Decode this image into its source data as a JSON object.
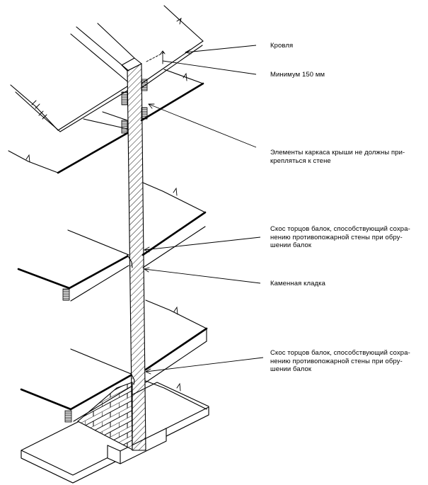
{
  "diagram": {
    "type": "isometric-construction-section",
    "subject": "Firewall (fire-break wall) with floor and roof beam connections",
    "colors": {
      "line": "#000000",
      "background": "#ffffff"
    }
  },
  "labels": {
    "roof": "Кровля",
    "min_150": "Минимум 150 мм",
    "roof_frame": "Элементы каркаса крыши не должны при-\nкрепляться к стене",
    "beam_bevel_upper": "Скос торцов балок, способствующий сохра-\nнению противопожарной стены при обру-\nшении балок",
    "masonry": "Каменная кладка",
    "beam_bevel_lower": "Скос торцов балок, способствующий сохра-\nнению противопожарной стены при обру-\nшении балок"
  }
}
